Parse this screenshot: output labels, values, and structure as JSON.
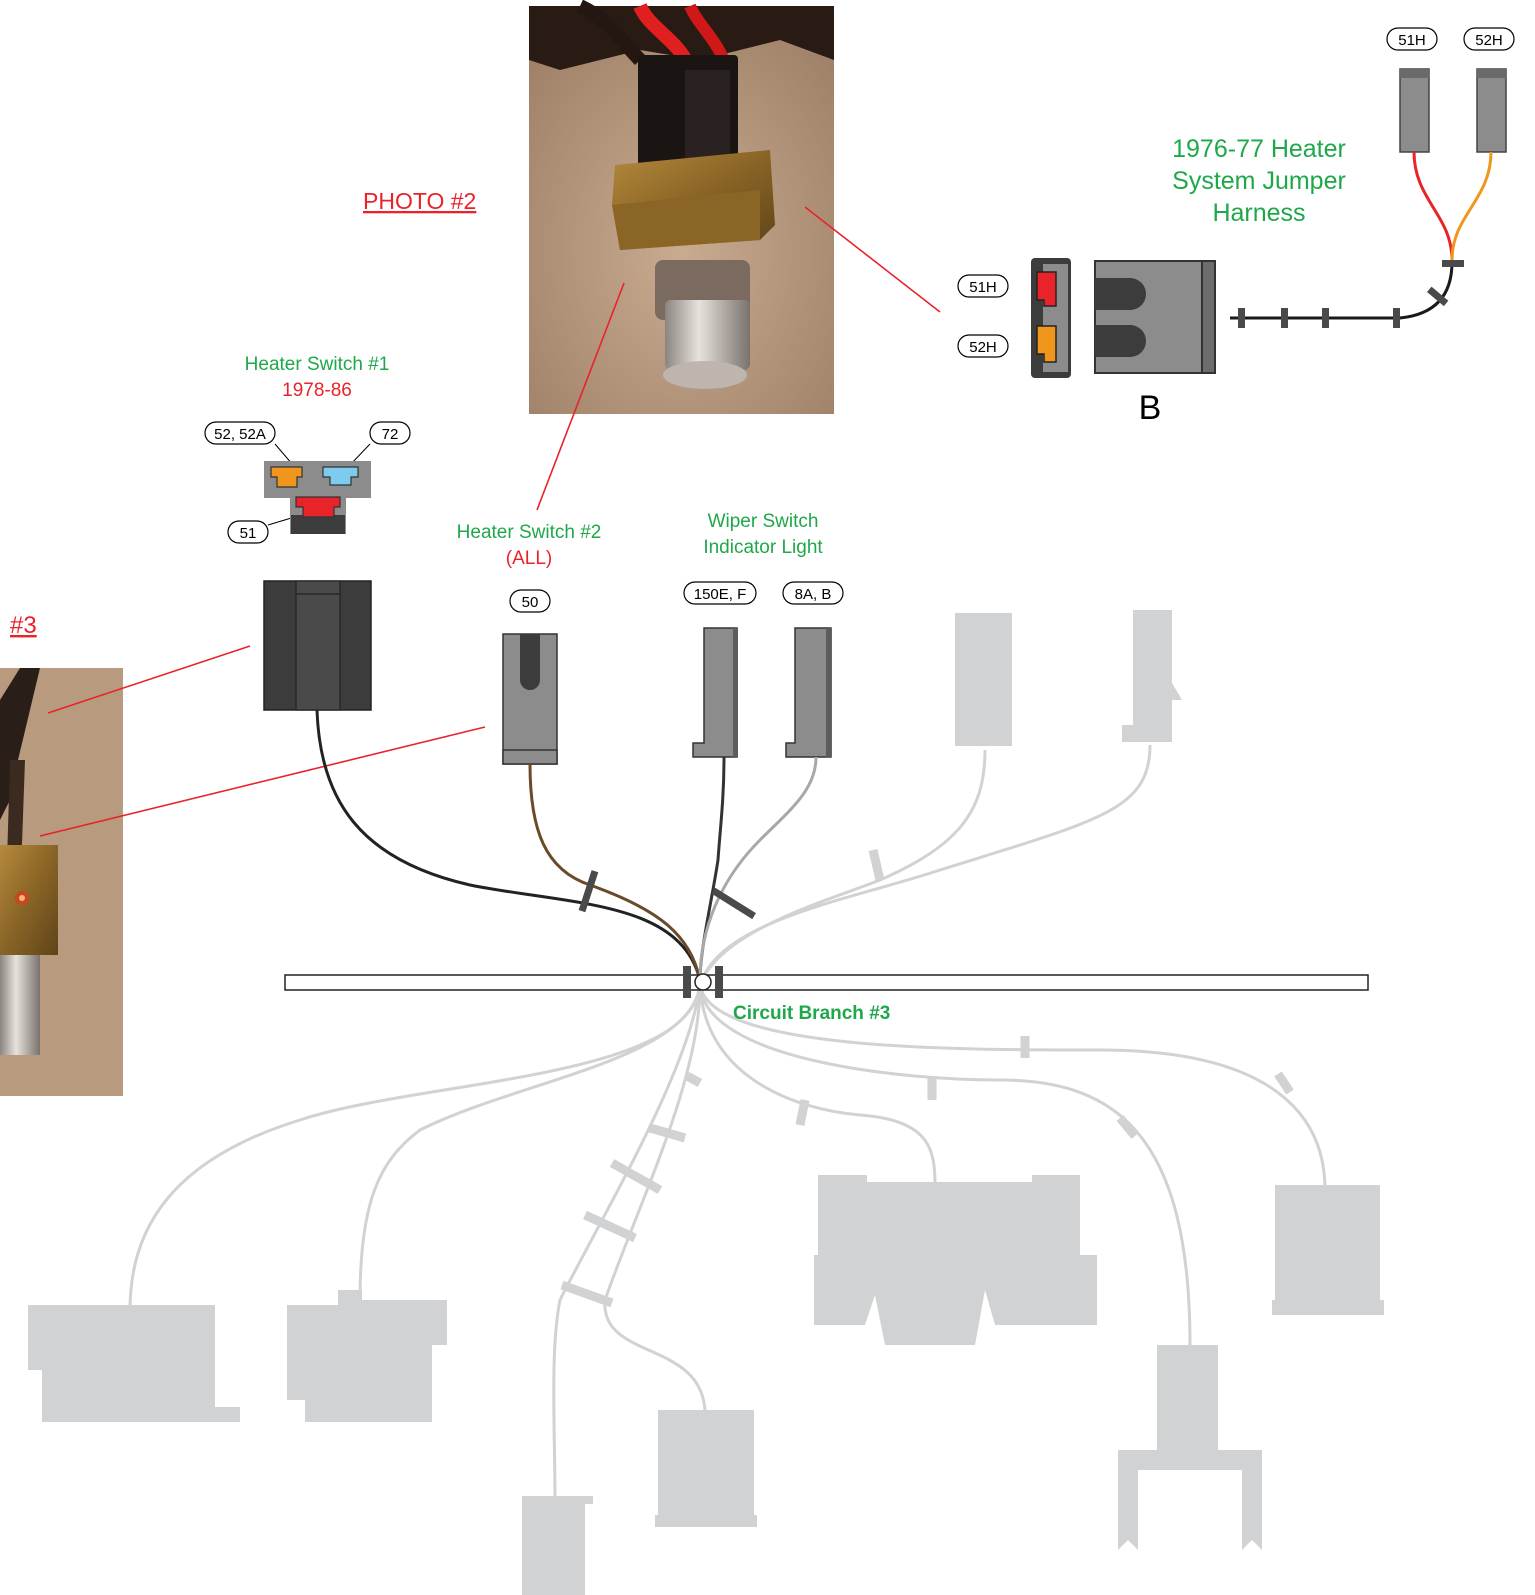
{
  "labels": {
    "photo2": "PHOTO #2",
    "photo3_fragment": "#3",
    "jumper_title_line1": "1976-77  Heater",
    "jumper_title_line2": "System Jumper",
    "jumper_title_line3": "Harness",
    "connector_b": "B",
    "heater_switch1_title": "Heater Switch #1",
    "heater_switch1_years": "1978-86",
    "heater_switch2_title": "Heater Switch #2",
    "heater_switch2_years": "(ALL)",
    "wiper_line1": "Wiper Switch",
    "wiper_line2": "Indicator Light",
    "circuit_branch": "Circuit Branch #3"
  },
  "pins": {
    "jumper_top_51h": "51H",
    "jumper_top_52h": "52H",
    "jumper_b_51h": "51H",
    "jumper_b_52h": "52H",
    "hs1_52": "52, 52A",
    "hs1_72": "72",
    "hs1_51": "51",
    "hs2_50": "50",
    "wiper_150": "150E, F",
    "wiper_8a": "8A, B"
  },
  "colors": {
    "label_green": "#1ea84a",
    "label_red": "#e8232a",
    "wire_black": "#222222",
    "wire_brown": "#6b4a2a",
    "wire_gray": "#a8a8a8",
    "ghost_gray": "#d1d2d4",
    "connector_dark": "#4a4a4a",
    "connector_gray": "#8c8c8c",
    "terminal_orange": "#f08a1c",
    "terminal_blue": "#7ecbf0",
    "terminal_red": "#e8232a"
  }
}
